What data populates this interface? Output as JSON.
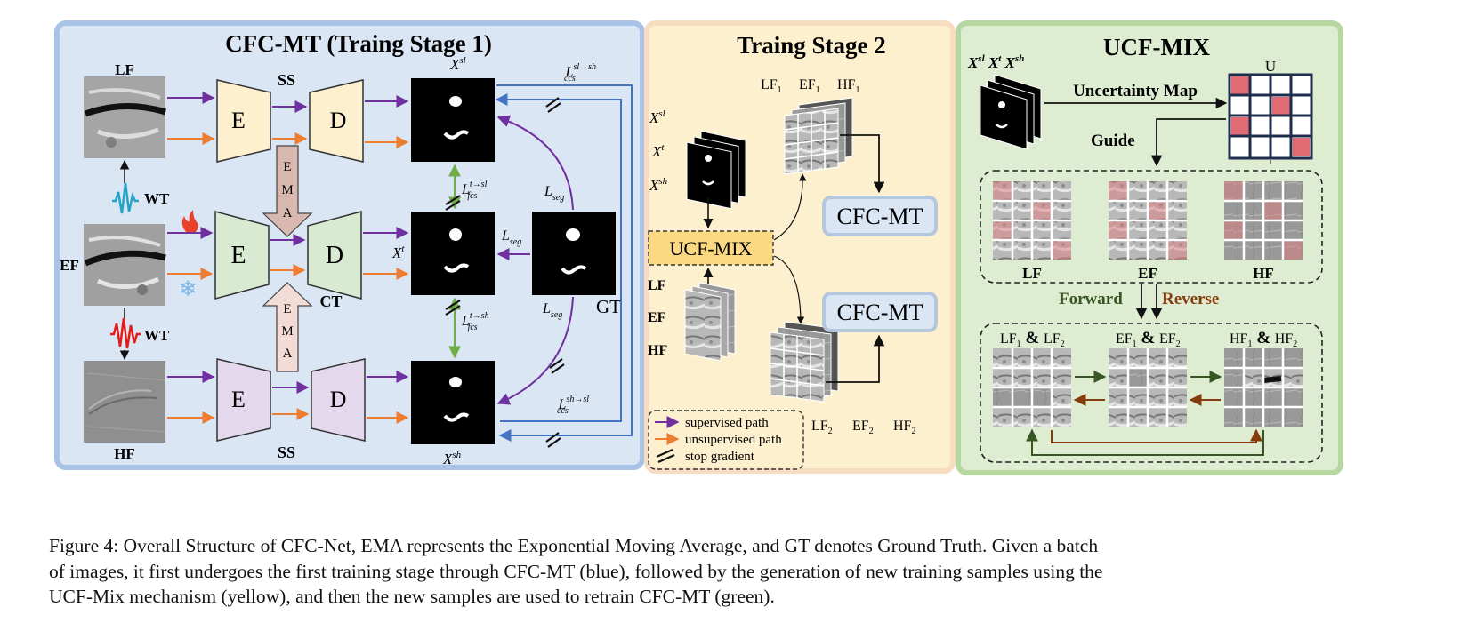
{
  "panel1": {
    "title": "CFC-MT (Traing Stage 1)",
    "lf": "LF",
    "ef": "EF",
    "hf": "HF",
    "ss_top": "SS",
    "ss_bottom": "SS",
    "ct": "CT",
    "wt1": "WT",
    "wt2": "WT",
    "enc": "E",
    "dec": "D",
    "ema": [
      "E",
      "M",
      "A"
    ],
    "gt": "GT",
    "x_sl": "X",
    "x_sl_sup": "sl",
    "x_t": "X",
    "x_t_sup": "t",
    "x_sh": "X",
    "x_sh_sup": "sh",
    "l_ccs_top": "L",
    "l_ccs_top_sup": "sl→sh",
    "l_ccs_top_sub": "ccs",
    "l_ccs_bot": "L",
    "l_ccs_bot_sup": "sh→sl",
    "l_ccs_bot_sub": "ccs",
    "l_fcs_top": "L",
    "l_fcs_top_sup": "t→sl",
    "l_fcs_top_sub": "fcs",
    "l_fcs_bot": "L",
    "l_fcs_bot_sup": "t→sh",
    "l_fcs_bot_sub": "fcs",
    "l_seg": "L",
    "l_seg_sub": "seg"
  },
  "panel2": {
    "title": "Traing Stage 2",
    "x_sl": "X",
    "x_sl_sup": "sl",
    "x_t": "X",
    "x_t_sup": "t",
    "x_sh": "X",
    "x_sh_sup": "sh",
    "mix": "UCF-MIX",
    "lf": "LF",
    "ef": "EF",
    "hf": "HF",
    "top_labels": [
      {
        "t": "LF",
        "s": "1"
      },
      {
        "t": "EF",
        "s": "1"
      },
      {
        "t": "HF",
        "s": "1"
      }
    ],
    "bot_labels": [
      {
        "t": "LF",
        "s": "2"
      },
      {
        "t": "EF",
        "s": "2"
      },
      {
        "t": "HF",
        "s": "2"
      }
    ],
    "cfcmt": "CFC-MT",
    "legend": [
      "supervised path",
      "unsupervised path",
      "stop gradient"
    ]
  },
  "panel3": {
    "title": "UCF-MIX",
    "x_labels": [
      {
        "t": "X",
        "s": "sl"
      },
      {
        "t": "X",
        "s": "t"
      },
      {
        "t": "X",
        "s": "sh"
      }
    ],
    "uncertainty": "Uncertainty Map",
    "u": "U",
    "guide": "Guide",
    "lf": "LF",
    "ef": "EF",
    "hf": "HF",
    "forward": "Forward",
    "reverse": "Reverse",
    "pair1": [
      "LF",
      "1",
      " & ",
      "LF",
      "2"
    ],
    "pair2": [
      "EF",
      "1",
      " & ",
      "EF",
      "2"
    ],
    "pair3": [
      "HF",
      "1",
      " & ",
      "HF",
      "2"
    ]
  },
  "colors": {
    "blue_panel": "#dbe6f4",
    "blue_border": "#93b4e0",
    "yellow_panel": "#fdf0cf",
    "yellow_border": "#f6d9b4",
    "green_panel": "#deecd2",
    "green_border": "#a9d18e",
    "supervised": "#7030a0",
    "unsupervised": "#ed7d31",
    "feedback": "#4472c4",
    "fcs": "#70ad47",
    "forward": "#375623",
    "reverse": "#843c0c"
  },
  "caption": [
    "Figure 4: Overall Structure of CFC-Net, EMA represents the Exponential Moving Average, and GT denotes Ground Truth. Given a batch",
    "of images, it first undergoes the first training stage through CFC-MT (blue), followed by the generation of new training samples using the",
    "UCF-Mix mechanism (yellow), and then the new samples are used to retrain CFC-MT (green)."
  ]
}
